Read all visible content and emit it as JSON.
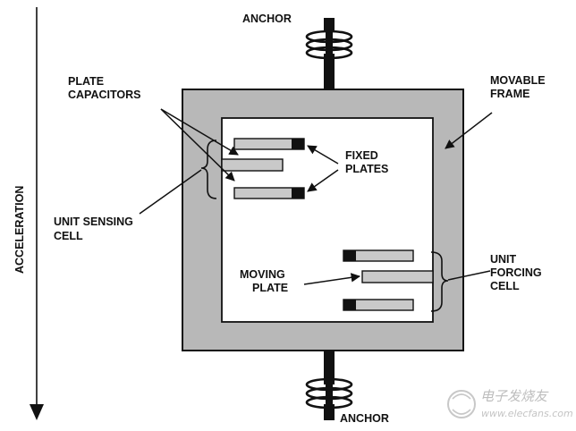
{
  "labels": {
    "acceleration": "ACCELERATION",
    "anchor_top": "ANCHOR",
    "anchor_bottom": "ANCHOR",
    "plate_capacitors_line1": "PLATE",
    "plate_capacitors_line2": "CAPACITORS",
    "movable_frame_line1": "MOVABLE",
    "movable_frame_line2": "FRAME",
    "fixed_plates_line1": "FIXED",
    "fixed_plates_line2": "PLATES",
    "unit_sensing_line1": "UNIT SENSING",
    "unit_sensing_line2": "CELL",
    "unit_forcing_line1": "UNIT",
    "unit_forcing_line2": "FORCING",
    "unit_forcing_line3": "CELL",
    "moving_plate_line1": "MOVING",
    "moving_plate_line2": "PLATE"
  },
  "watermark": {
    "name": "电子发烧友",
    "url": "www.elecfans.com"
  },
  "colors": {
    "frame_fill": "#b8b8b8",
    "inner_fill": "#ffffff",
    "plate_fill": "#c9c9c9",
    "stroke": "#111111"
  }
}
